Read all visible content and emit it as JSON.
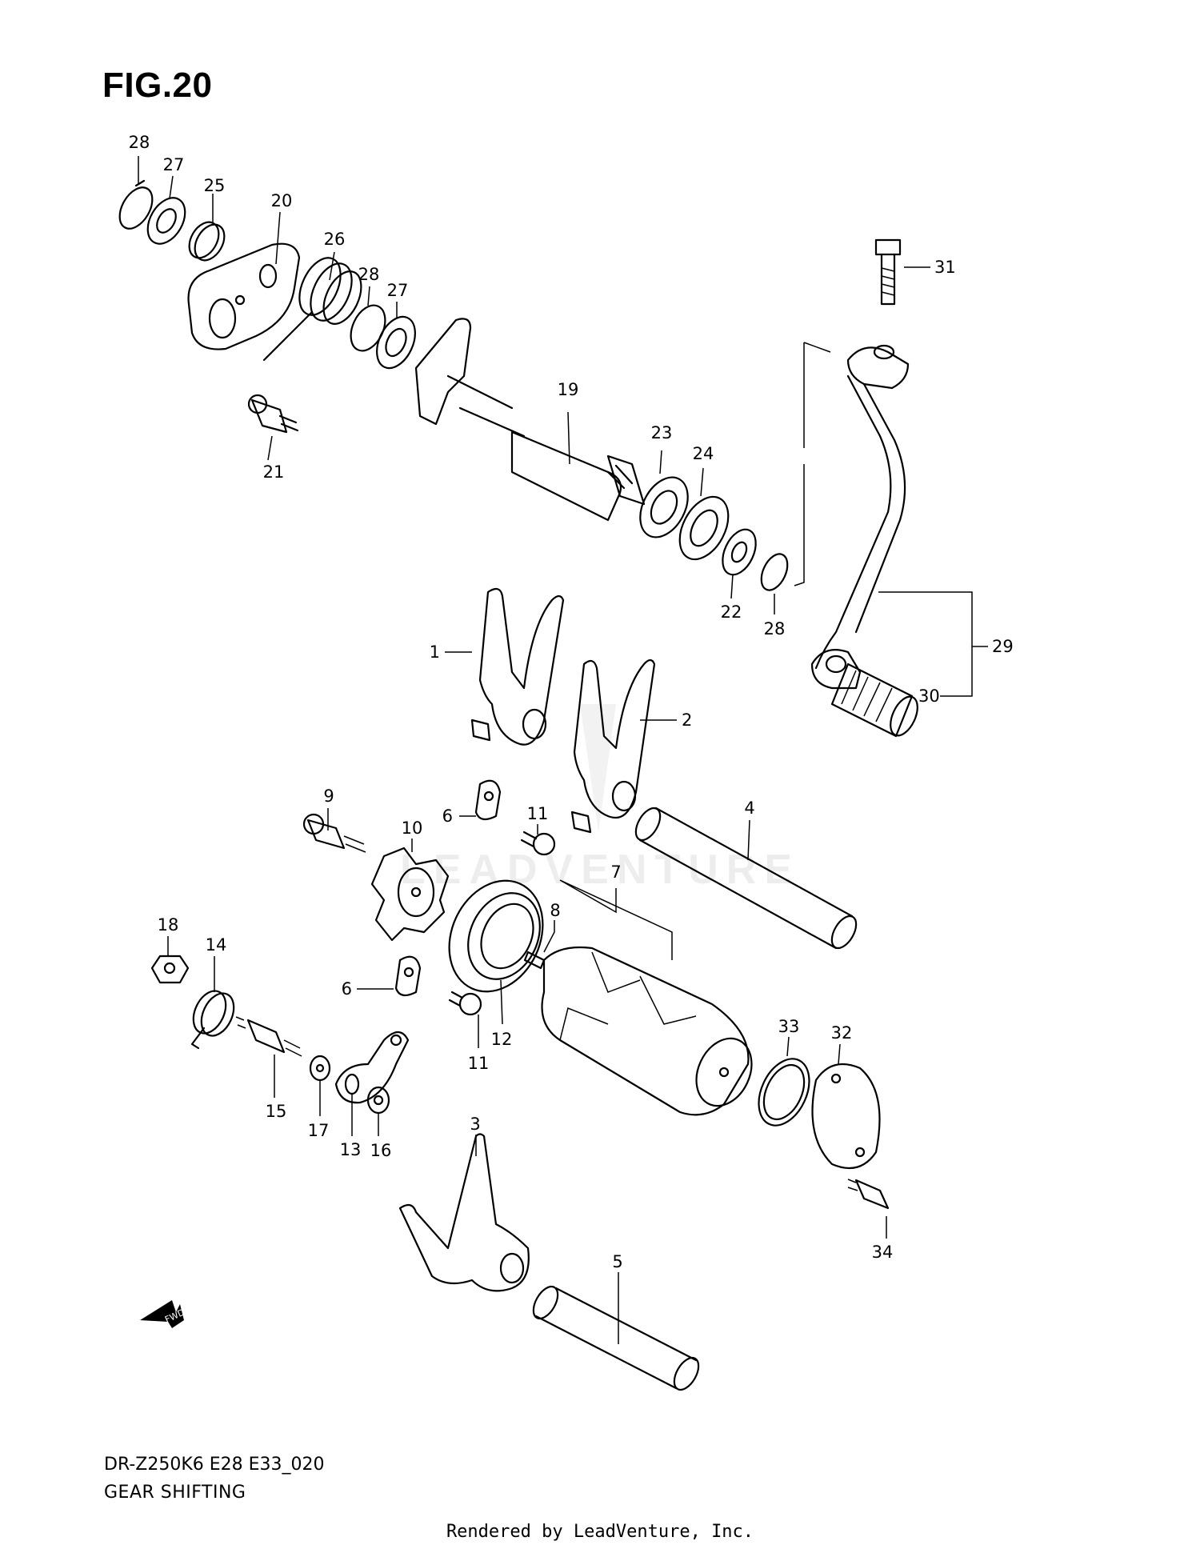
{
  "figure": {
    "title": "FIG.20",
    "model_code": "DR-Z250K6 E28 E33_020",
    "caption": "GEAR SHIFTING",
    "credit": "Rendered by LeadVenture, Inc.",
    "direction_marker": "FWD",
    "watermark": "LEADVENTURE"
  },
  "callouts": [
    {
      "id": "c28a",
      "label": "28"
    },
    {
      "id": "c27a",
      "label": "27"
    },
    {
      "id": "c25",
      "label": "25"
    },
    {
      "id": "c20",
      "label": "20"
    },
    {
      "id": "c26",
      "label": "26"
    },
    {
      "id": "c28b",
      "label": "28"
    },
    {
      "id": "c27b",
      "label": "27"
    },
    {
      "id": "c21",
      "label": "21"
    },
    {
      "id": "c19",
      "label": "19"
    },
    {
      "id": "c23",
      "label": "23"
    },
    {
      "id": "c24",
      "label": "24"
    },
    {
      "id": "c22",
      "label": "22"
    },
    {
      "id": "c28c",
      "label": "28"
    },
    {
      "id": "c31",
      "label": "31"
    },
    {
      "id": "c29",
      "label": "29"
    },
    {
      "id": "c30",
      "label": "30"
    },
    {
      "id": "c1",
      "label": "1"
    },
    {
      "id": "c2",
      "label": "2"
    },
    {
      "id": "c9",
      "label": "9"
    },
    {
      "id": "c10",
      "label": "10"
    },
    {
      "id": "c6a",
      "label": "6"
    },
    {
      "id": "c11a",
      "label": "11"
    },
    {
      "id": "c4",
      "label": "4"
    },
    {
      "id": "c7",
      "label": "7"
    },
    {
      "id": "c8",
      "label": "8"
    },
    {
      "id": "c18",
      "label": "18"
    },
    {
      "id": "c14",
      "label": "14"
    },
    {
      "id": "c6b",
      "label": "6"
    },
    {
      "id": "c12",
      "label": "12"
    },
    {
      "id": "c11b",
      "label": "11"
    },
    {
      "id": "c33",
      "label": "33"
    },
    {
      "id": "c32",
      "label": "32"
    },
    {
      "id": "c15",
      "label": "15"
    },
    {
      "id": "c17",
      "label": "17"
    },
    {
      "id": "c13",
      "label": "13"
    },
    {
      "id": "c16",
      "label": "16"
    },
    {
      "id": "c3",
      "label": "3"
    },
    {
      "id": "c34",
      "label": "34"
    },
    {
      "id": "c5",
      "label": "5"
    }
  ]
}
